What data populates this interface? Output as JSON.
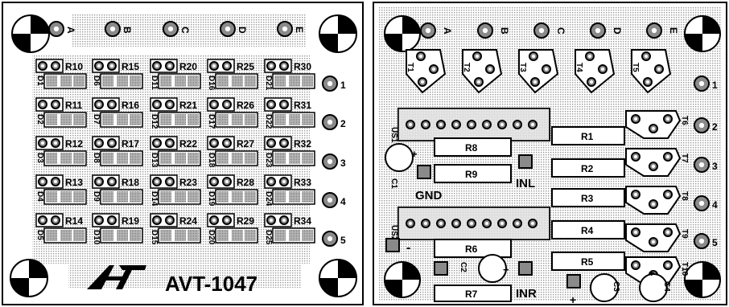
{
  "left_board": {
    "columns": [
      "A",
      "B",
      "C",
      "D",
      "E"
    ],
    "rows": [
      "1",
      "2",
      "3",
      "4",
      "5"
    ],
    "resistors": [
      [
        "R10",
        "R15",
        "R20",
        "R25",
        "R30"
      ],
      [
        "R11",
        "R16",
        "R21",
        "R26",
        "R31"
      ],
      [
        "R12",
        "R17",
        "R22",
        "R27",
        "R32"
      ],
      [
        "R13",
        "R18",
        "R23",
        "R28",
        "R33"
      ],
      [
        "R14",
        "R19",
        "R24",
        "R29",
        "R34"
      ]
    ],
    "diodes": [
      [
        "D1",
        "D6",
        "D11",
        "D16",
        "D21"
      ],
      [
        "D2",
        "D7",
        "D12",
        "D17",
        "D22"
      ],
      [
        "D3",
        "D8",
        "D13",
        "D18",
        "D23"
      ],
      [
        "D4",
        "D9",
        "D14",
        "D19",
        "D24"
      ],
      [
        "D5",
        "D10",
        "D15",
        "D20",
        "D25"
      ]
    ],
    "logo": "AVT",
    "board_code": "AVT-1047"
  },
  "right_board": {
    "columns": [
      "A",
      "B",
      "C",
      "D",
      "E"
    ],
    "rows": [
      "1",
      "2",
      "3",
      "4",
      "5"
    ],
    "transistors_top": [
      "T1",
      "T2",
      "T3",
      "T4",
      "T5"
    ],
    "transistors_right": [
      "T6",
      "T7",
      "T8",
      "T9",
      "T10"
    ],
    "ic_labels": [
      "US1",
      "US2"
    ],
    "resistors_left": [
      "R8",
      "R9",
      "R6",
      "R7"
    ],
    "resistors_right": [
      "R1",
      "R2",
      "R3",
      "R4",
      "R5"
    ],
    "capacitors": [
      "C1",
      "C2",
      "C3",
      "C4"
    ],
    "labels": {
      "gnd": "GND",
      "inl": "INL",
      "inr": "INR",
      "plus": "+",
      "minus": "-"
    }
  },
  "colors": {
    "copper": "#000000",
    "pad": "#8a8a8a",
    "stipple": "#a8a8a8",
    "background": "#ffffff"
  }
}
